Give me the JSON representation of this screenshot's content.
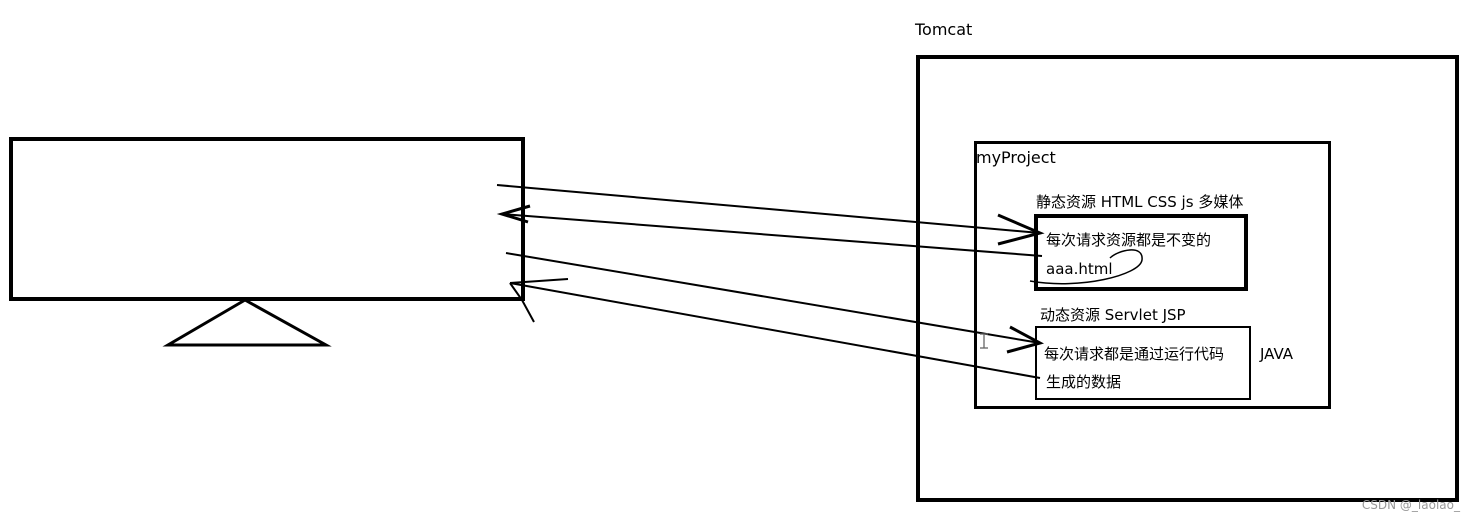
{
  "tomcat_label": "Tomcat",
  "project_label": "myProject",
  "static": {
    "header": "静态资源 HTML CSS js 多媒体",
    "line1": "每次请求资源都是不变的",
    "line2": "aaa.html"
  },
  "dynamic": {
    "header": "动态资源  Servlet JSP",
    "line1": "每次请求都是通过运行代码",
    "line2": "生成的数据",
    "side_label": "JAVA"
  },
  "watermark": "CSDN @_laolao_"
}
